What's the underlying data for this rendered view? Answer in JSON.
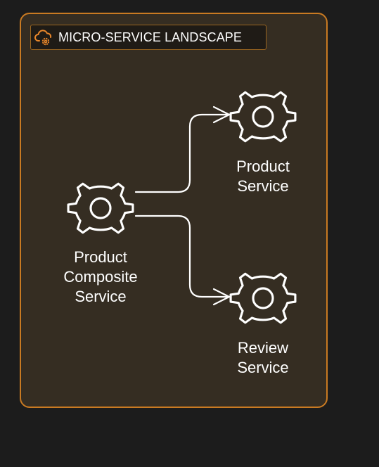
{
  "container": {
    "title": "MICRO-SERVICE LANDSCAPE",
    "icon": "cloud-gear-icon",
    "accent_color": "#c97a22",
    "fill_color": "#352d22"
  },
  "nodes": [
    {
      "id": "product-composite-service",
      "icon": "gear-icon",
      "label_lines": [
        "Product",
        "Composite",
        "Service"
      ]
    },
    {
      "id": "product-service",
      "icon": "gear-icon",
      "label_lines": [
        "Product",
        "Service"
      ]
    },
    {
      "id": "review-service",
      "icon": "gear-icon",
      "label_lines": [
        "Review",
        "Service"
      ]
    }
  ],
  "edges": [
    {
      "from": "product-composite-service",
      "to": "product-service"
    },
    {
      "from": "product-composite-service",
      "to": "review-service"
    }
  ]
}
